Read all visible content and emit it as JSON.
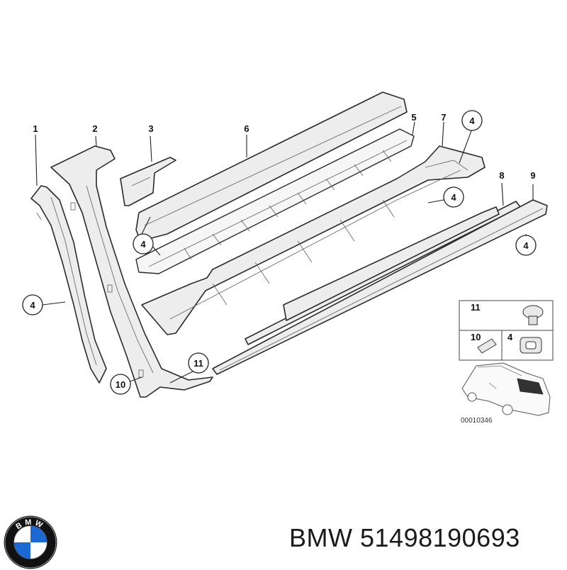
{
  "callouts": {
    "c1": "1",
    "c2": "2",
    "c3": "3",
    "c6": "6",
    "c5": "5",
    "c7": "7",
    "c4_top": "4",
    "c8": "8",
    "c9": "9",
    "c4_mid": "4",
    "c4_right": "4",
    "c4_left": "4",
    "c4_center": "4",
    "c11": "11",
    "c10": "10"
  },
  "legend": {
    "label_11": "11",
    "label_10": "10",
    "label_4": "4",
    "diagram_code": "00010346"
  },
  "logo": {
    "letters": "BMW",
    "colors": {
      "blue": "#1c69d4",
      "white": "#ffffff",
      "ring": "#111111"
    }
  },
  "footer": {
    "brand": "BMW",
    "part_number": "51498190693"
  }
}
